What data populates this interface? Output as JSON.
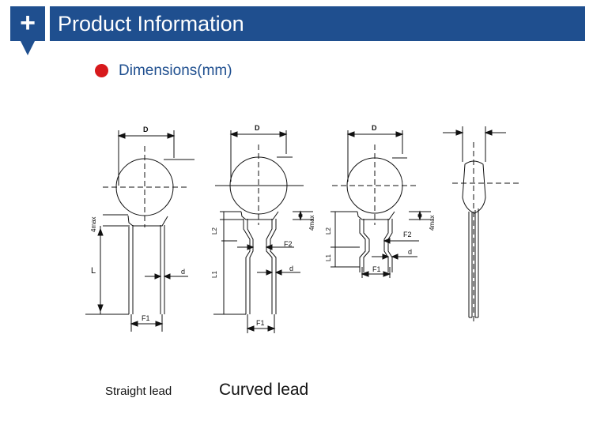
{
  "header": {
    "icon": "plus-icon",
    "title": "Product Information",
    "accent_color": "#1f4f8f"
  },
  "section": {
    "bullet_color": "#d7191c",
    "title": "Dimensions(mm)"
  },
  "drawing_labels": {
    "D": "D",
    "four_max": "4max",
    "L": "L",
    "L1": "L1",
    "L2": "L2",
    "F1": "F1",
    "F2": "F2",
    "d": "d"
  },
  "captions": {
    "straight": "Straight lead",
    "curved": "Curved lead"
  }
}
